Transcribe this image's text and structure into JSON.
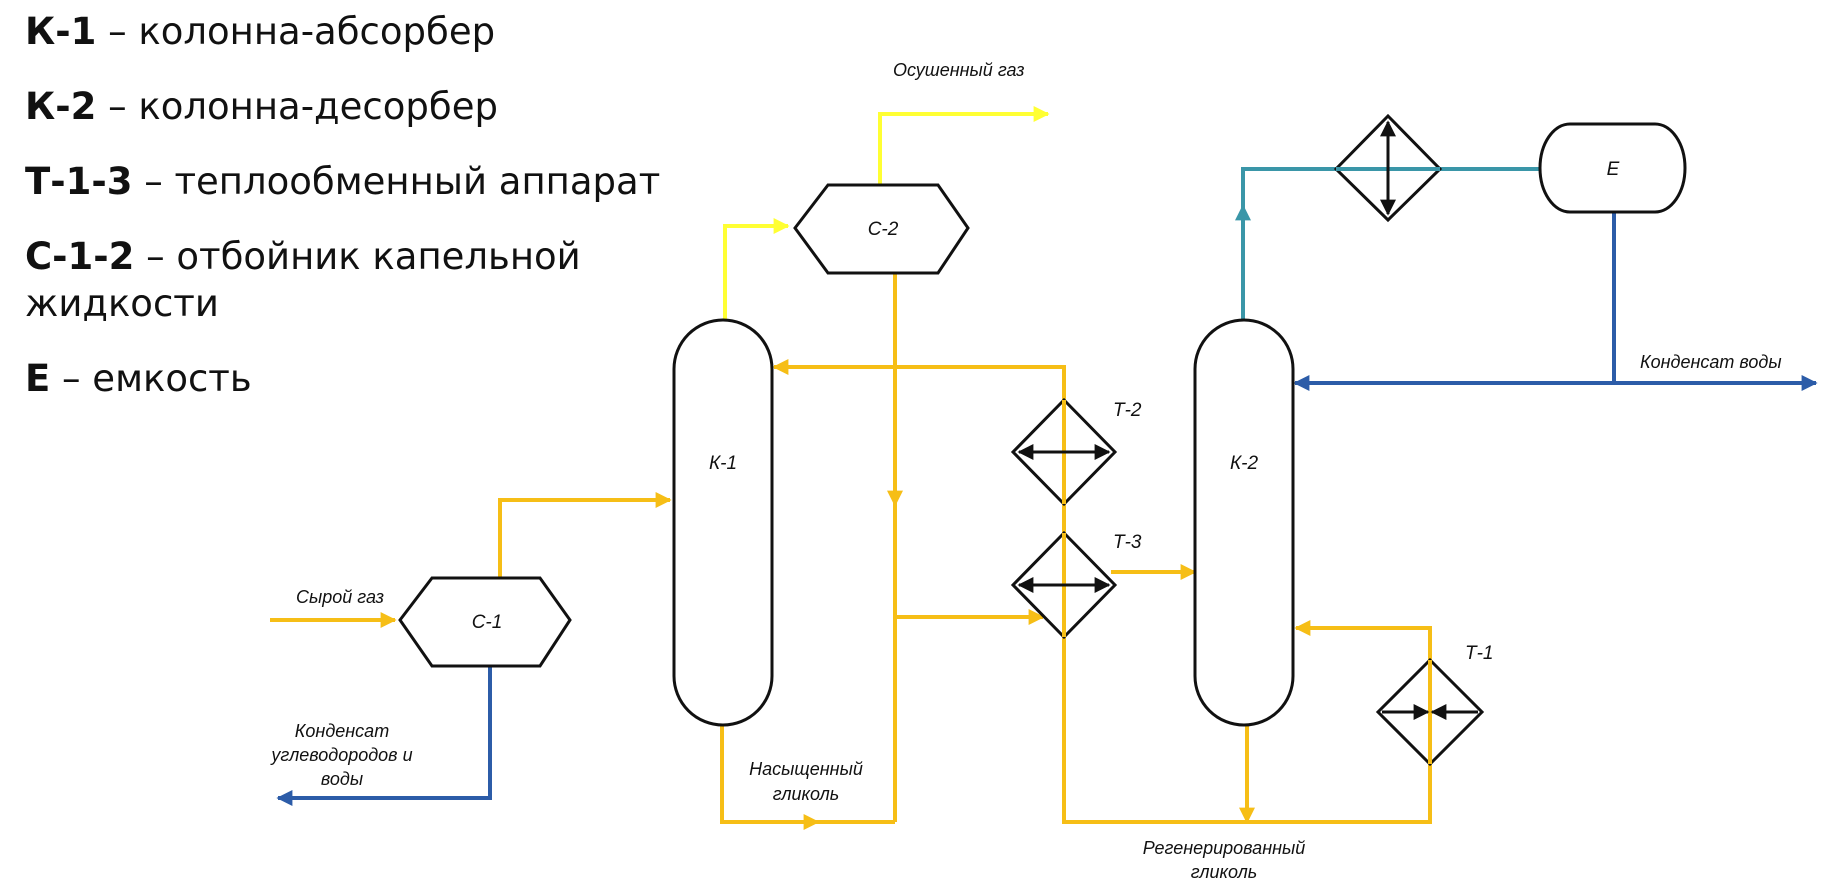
{
  "legend": [
    {
      "code": "К-1",
      "text": " – колонна-абсорбер"
    },
    {
      "code": "К-2",
      "text": " – колонна-десорбер"
    },
    {
      "code": "Т-1-3",
      "text": " – теплообменный аппарат"
    },
    {
      "code": "С-1-2",
      "text": " – отбойник капельной жидкости"
    },
    {
      "code": "Е",
      "text": " – емкость"
    }
  ],
  "units": {
    "k1": "К-1",
    "k2": "К-2",
    "c1": "С-1",
    "c2": "С-2",
    "t1": "Т-1",
    "t2": "Т-2",
    "t3": "Т-3",
    "e": "Е"
  },
  "streams": {
    "dry_gas": "Осушенный газ",
    "raw_gas": "Сырой газ",
    "hc_condensate": [
      "Конденсат",
      "углеводородов и",
      "воды"
    ],
    "saturated_glycol": [
      "Насыщенный",
      "гликоль"
    ],
    "regenerated_glycol": [
      "Регенерированный",
      "гликоль"
    ],
    "water_condensate": "Конденсат воды"
  },
  "colors": {
    "gas_line": "#ffff33",
    "glycol_line": "#f6be16",
    "water_line": "#2c5ca8",
    "vapor_line": "#3a96a8",
    "equipment_stroke": "#111111"
  }
}
